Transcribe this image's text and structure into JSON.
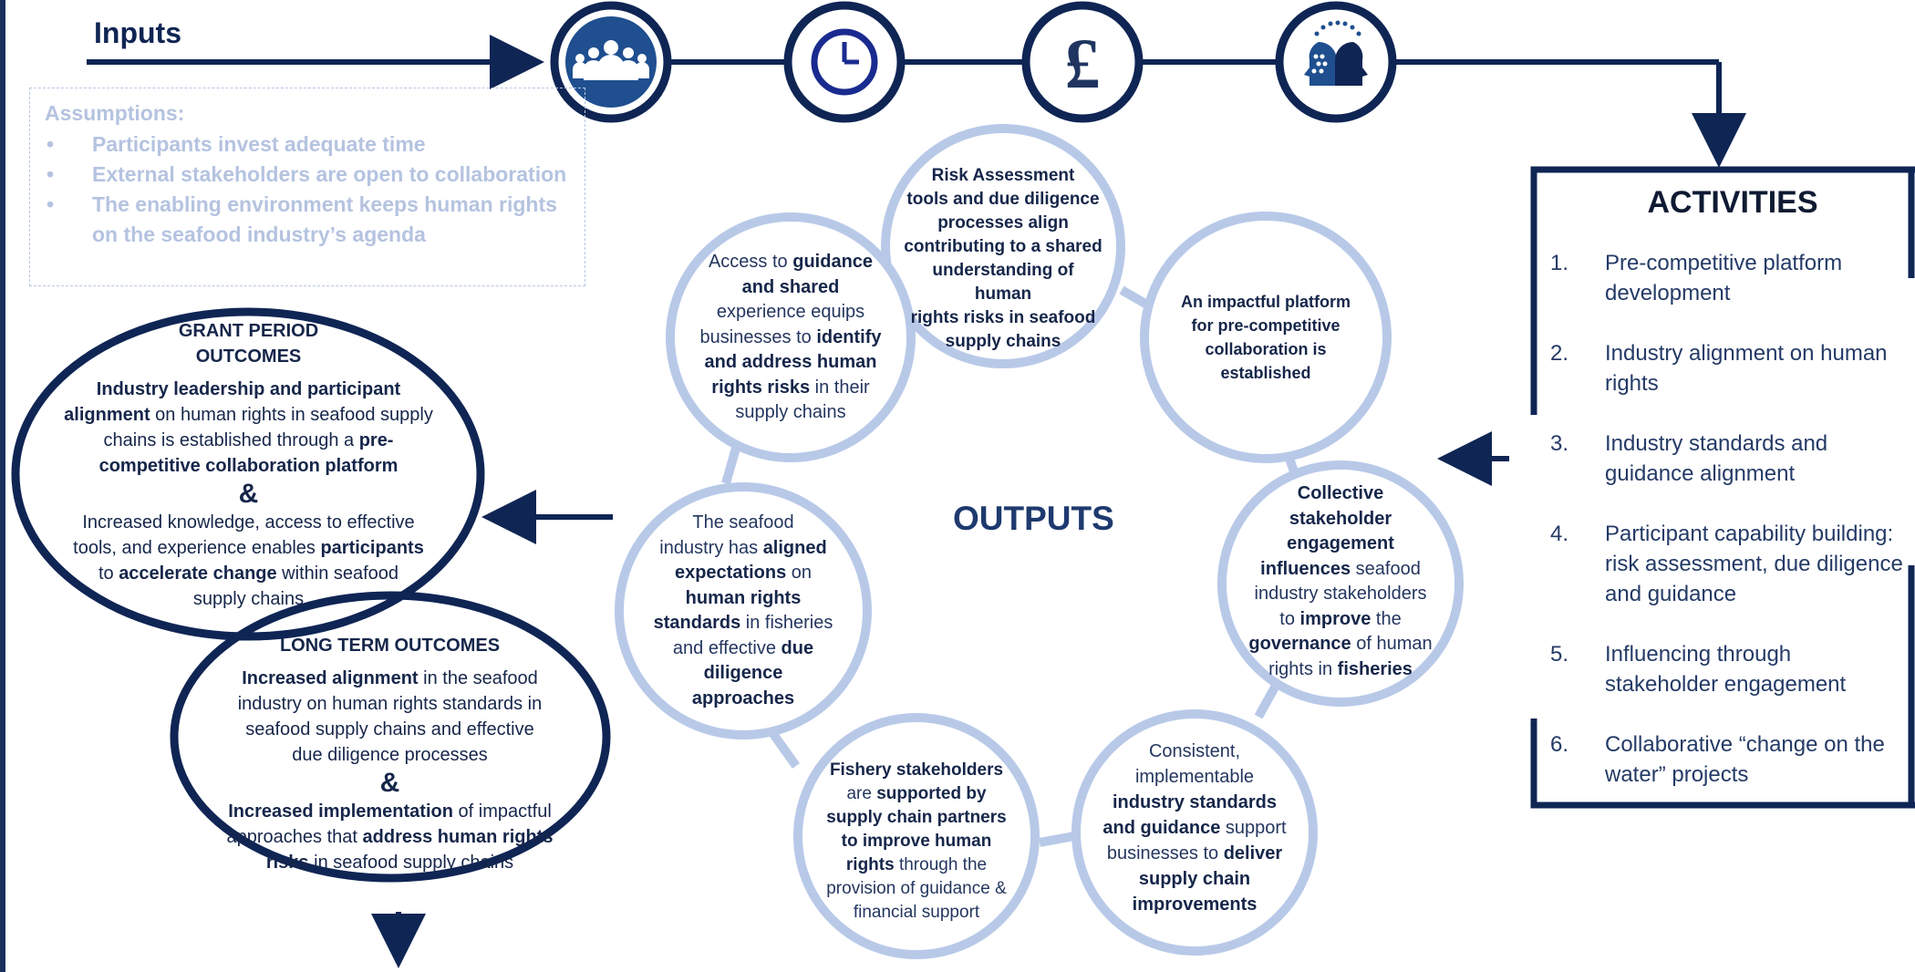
{
  "inputs": {
    "label": "Inputs"
  },
  "input_icons": [
    {
      "icon": "people-group-icon"
    },
    {
      "icon": "clock-icon"
    },
    {
      "icon": "pound-sign-icon",
      "glyph": "£"
    },
    {
      "icon": "heads-collaboration-icon"
    }
  ],
  "assumptions": {
    "title": "Assumptions:",
    "items": [
      "Participants invest adequate time",
      "External stakeholders are open to collaboration",
      "The enabling environment keeps human rights on the seafood industry’s agenda"
    ]
  },
  "activities": {
    "title": "ACTIVITIES",
    "items": [
      {
        "num": "1.",
        "text": "Pre-competitive platform development"
      },
      {
        "num": "2.",
        "text": "Industry alignment on human rights"
      },
      {
        "num": "3.",
        "text": "Industry standards and guidance alignment"
      },
      {
        "num": "4.",
        "text": "Participant capability building: risk assessment, due diligence and guidance"
      },
      {
        "num": "5.",
        "text": "Influencing through stakeholder engagement"
      },
      {
        "num": "6.",
        "text": "Collaborative “change on the water” projects"
      }
    ]
  },
  "outputs": {
    "title": "OUTPUTS",
    "bubbles": [
      {
        "id": "risk",
        "text": "<b>Risk Assessment</b><br><b>tools and due diligence</b><br><b>processes align</b><br><b>contributing to a shared</b><br><b>understanding of human</b><br><b>rights risks in seafood</b><br><b>supply chains</b>"
      },
      {
        "id": "platform",
        "text": "<b>An impactful platform</b><br><b>for pre-competitive</b><br><b>collaboration is</b><br><b>established</b>"
      },
      {
        "id": "collective",
        "text": "<b>Collective</b><br><b>stakeholder</b><br><b>engagement</b><br><b>influences</b> seafood<br>industry stakeholders<br>to <b>improve</b> the<br><b>governance</b> of human<br>rights in <b>fisheries</b>"
      },
      {
        "id": "consistent",
        "text": "Consistent,<br>implementable<br><b>industry standards</b><br><b>and guidance</b> support<br>businesses to <b>deliver</b><br><b>supply chain</b><br><b>improvements</b>"
      },
      {
        "id": "fishery",
        "text": "<b>Fishery stakeholders</b><br>are <b>supported by</b><br><b>supply chain partners</b><br><b>to improve human</b><br><b>rights</b> through the<br>provision of guidance &amp;<br>financial support"
      },
      {
        "id": "seafood",
        "text": "The seafood<br>industry has <b>aligned</b><br><b>expectations</b> on<br><b>human rights</b><br><b>standards</b> in fisheries<br>and effective <b>due</b><br><b>diligence</b><br><b>approaches</b>"
      },
      {
        "id": "access",
        "text": "Access to <b>guidance</b><br><b>and shared</b><br>experience equips<br>businesses to <b>identify</b><br><b>and address human</b><br><b>rights risks</b> in their<br>supply chains"
      }
    ]
  },
  "grant_outcomes": {
    "title": "GRANT PERIOD<br>OUTCOMES",
    "text1": "<b>Industry leadership and participant</b><br><b>alignment</b> on human rights in seafood supply<br>chains is established through a <b>pre-</b><br><b>competitive collaboration platform</b>",
    "amp": "&",
    "text2": "Increased knowledge, access to effective<br>tools, and experience enables <b>participants</b><br>to <b>accelerate change</b> within seafood<br>supply chains"
  },
  "long_term_outcomes": {
    "title": "LONG TERM OUTCOMES",
    "text1": "<b>Increased alignment</b> in the seafood<br>industry on human rights standards in<br>seafood supply chains and effective<br>due diligence processes",
    "amp": "&",
    "text2": "<b>Increased implementation</b> of impactful<br>approaches that <b>address human rights</b><br><b>risks</b> in seafood supply chains"
  },
  "colors": {
    "navy": "#0f2554",
    "bubble_stroke": "#b8c9e8",
    "assumption_text": "#b5c3e0",
    "left_edge": "#1a2f5e"
  }
}
